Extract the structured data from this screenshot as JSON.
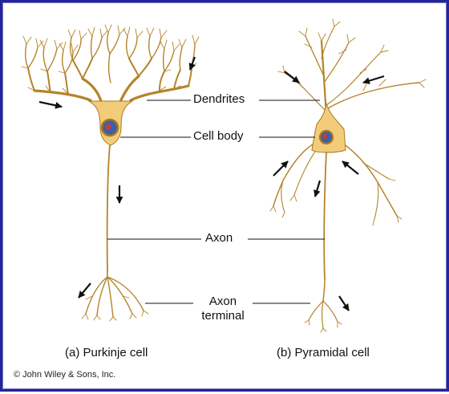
{
  "labels": {
    "dendrites": "Dendrites",
    "cell_body": "Cell body",
    "axon": "Axon",
    "axon_terminal_line1": "Axon",
    "axon_terminal_line2": "terminal"
  },
  "captions": {
    "purkinje": "(a) Purkinje cell",
    "pyramidal": "(b) Pyramidal cell"
  },
  "copyright": "© John Wiley & Sons, Inc.",
  "colors": {
    "neuron_fill": "#f3cc7a",
    "neuron_stroke": "#a8781e",
    "nucleus": "#3c5fa8",
    "nucleolus": "#c83a3a",
    "arrow": "#111111",
    "frame": "#24249a"
  }
}
